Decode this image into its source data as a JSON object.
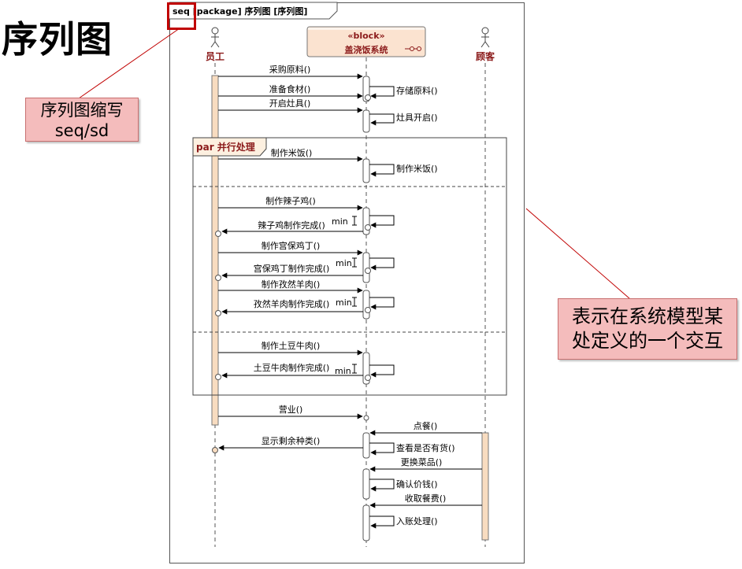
{
  "page": {
    "title": "序列图",
    "frame_label": "seq [package] 序列图 [序列图]"
  },
  "callouts": {
    "seq_abbrev": {
      "line1": "序列图缩写",
      "line2": "seq/sd"
    },
    "interaction_def": {
      "line1": "表示在系统模型某",
      "line2": "处定义的一个交互"
    }
  },
  "colors": {
    "accent_red": "#c00000",
    "callout_fill": "#f4bcbc",
    "activation_fill": "#f8dcc0",
    "block_fill": "#fbe3d0",
    "par_label_fill": "#fdf0e0",
    "lifeline_label": "#8b1a1a"
  },
  "lifelines": {
    "staff": {
      "label": "员工",
      "icon": "actor-icon"
    },
    "block": {
      "stereotype": "«block»",
      "label": "盖浇饭系统",
      "icon": "block-symbol-icon"
    },
    "customer": {
      "label": "顾客",
      "icon": "actor-icon"
    }
  },
  "fragment": {
    "operator": "par 并行处理"
  },
  "messages": {
    "m1": "采购原料()",
    "m2": "准备食材()",
    "m2_self": "存储原料()",
    "m3": "开启灶具()",
    "m3_self": "灶具开启()",
    "m4": "制作米饭()",
    "m4_self": "制作米饭()",
    "m5": "制作辣子鸡()",
    "m5_reply": "辣子鸡制作完成()",
    "m5_constraint": "min",
    "m6": "制作宫保鸡丁()",
    "m6_reply": "宫保鸡丁制作完成()",
    "m6_constraint": "min",
    "m7": "制作孜然羊肉()",
    "m7_reply": "孜然羊肉制作完成()",
    "m7_constraint": "min",
    "m8": "制作土豆牛肉()",
    "m8_reply": "土豆牛肉制作完成()",
    "m8_constraint": "min",
    "m9": "营业()",
    "m10": "点餐()",
    "m10_self": "查看是否有货()",
    "m11": "显示剩余种类()",
    "m12": "更换菜品()",
    "m12_self": "确认价钱()",
    "m13": "收取餐费()",
    "m13_self": "入账处理()"
  }
}
